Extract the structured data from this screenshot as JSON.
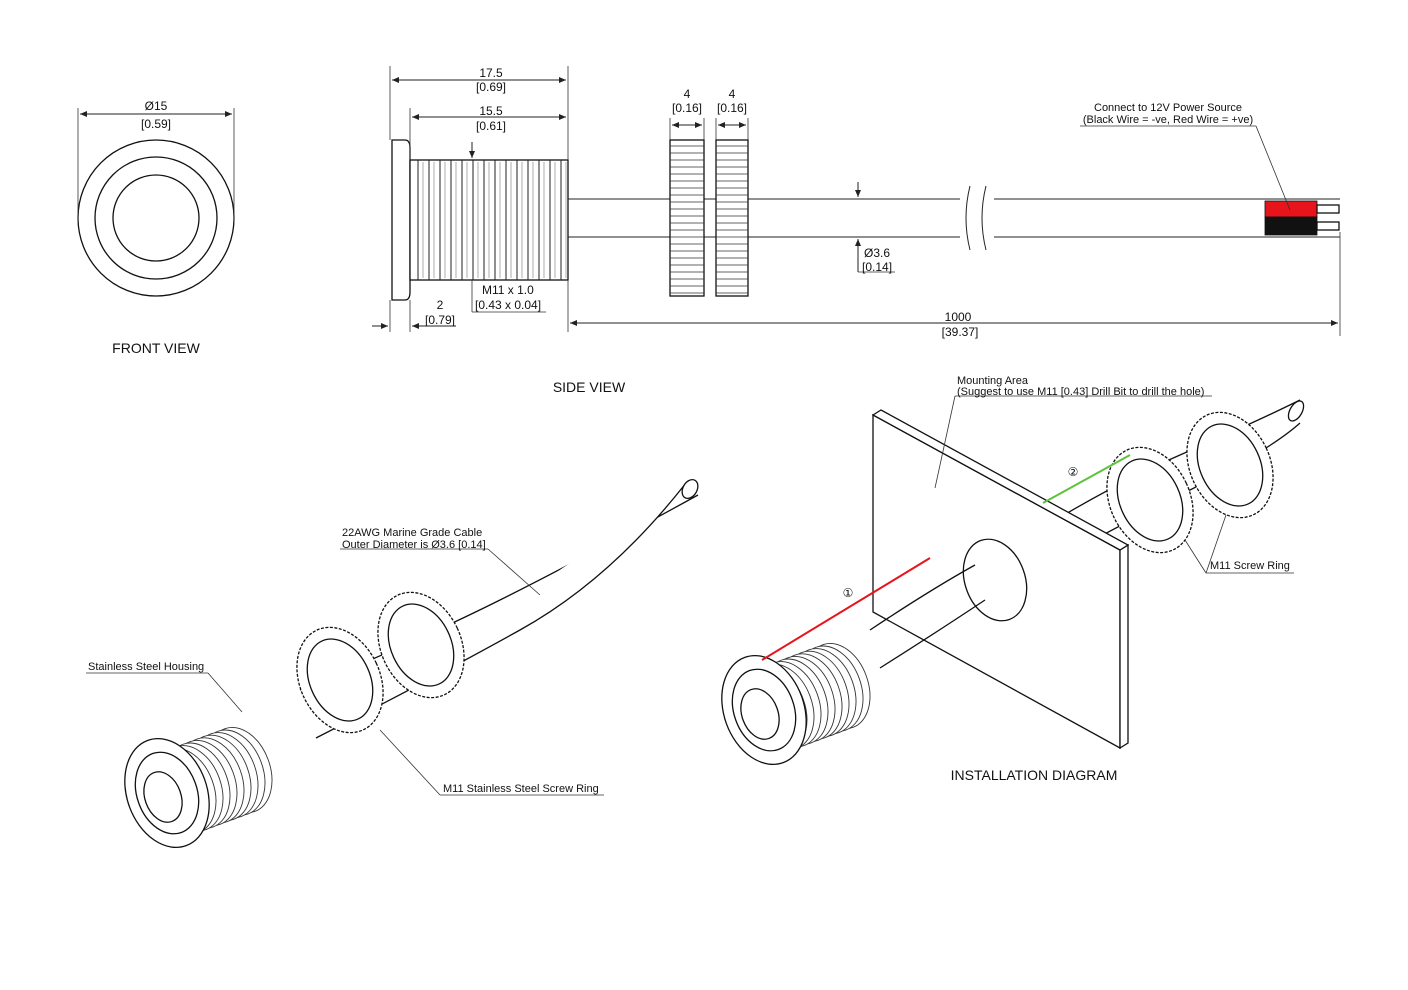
{
  "views": {
    "front_view_title": "FRONT VIEW",
    "side_view_title": "SIDE VIEW",
    "installation_title": "INSTALLATION DIAGRAM"
  },
  "front_view": {
    "diameter_mm": "Ø15",
    "diameter_in": "[0.59]"
  },
  "side_view": {
    "overall_length_mm": "17.5",
    "overall_length_in": "[0.69]",
    "thread_length_mm": "15.5",
    "thread_length_in": "[0.61]",
    "thread_spec_mm": "M11 x 1.0",
    "thread_spec_in": "[0.43 x 0.04]",
    "flange_mm": "2",
    "flange_in": "[0.79]",
    "ring1_mm": "4",
    "ring1_in": "[0.16]",
    "ring2_mm": "4",
    "ring2_in": "[0.16]",
    "cable_dia_mm": "Ø3.6",
    "cable_dia_in": "[0.14]",
    "cable_length_mm": "1000",
    "cable_length_in": "[39.37]",
    "power_line1": "Connect to 12V Power Source",
    "power_line2": "(Black Wire = -ve, Red Wire = +ve)"
  },
  "iso_view": {
    "cable_line1": "22AWG Marine Grade Cable",
    "cable_line2": "Outer Diameter is Ø3.6 [0.14]",
    "housing_label": "Stainless Steel Housing",
    "ring_label": "M11 Stainless Steel  Screw Ring"
  },
  "installation": {
    "mount_line1": "Mounting Area",
    "mount_line2": "(Suggest to use M11 [0.43] Drill Bit to drill the hole)",
    "ring_label": "M11 Screw Ring",
    "step1": "①",
    "step2": "②"
  },
  "colors": {
    "red_wire": "#e8141c",
    "black_wire": "#111111",
    "step1_line": "#e8141c",
    "step2_line": "#5cc23a"
  }
}
